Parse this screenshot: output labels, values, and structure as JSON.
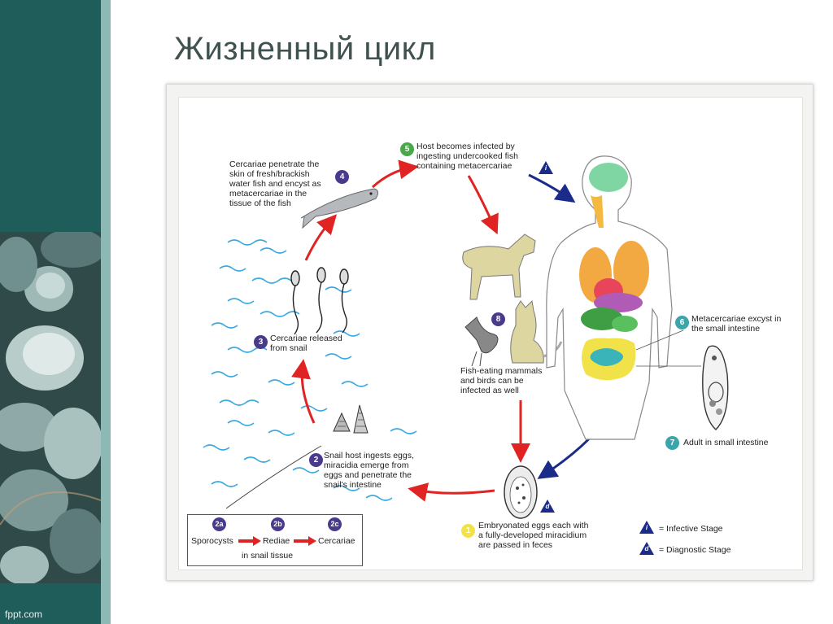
{
  "slide": {
    "title": "Жизненный цикл",
    "footer": "fppt.com"
  },
  "diagram": {
    "steps": [
      {
        "num": "1",
        "text": "Embryonated eggs each with\na fully-developed miracidium\nare passed in feces"
      },
      {
        "num": "2",
        "text": "Snail host ingests eggs,\nmiracidia emerge from\neggs and penetrate the\nsnail's intestine"
      },
      {
        "num": "3",
        "text": "Cercariae released\nfrom snail"
      },
      {
        "num": "4",
        "text": "Cercariae penetrate the\nskin of fresh/brackish\nwater fish and encyst as\nmetacercariae in the\ntissue of the fish"
      },
      {
        "num": "5",
        "text": "Host becomes infected by\ningesting undercooked fish\ncontaining metacercariae"
      },
      {
        "num": "6",
        "text": "Metacercariae excyst in\nthe small intestine"
      },
      {
        "num": "7",
        "text": "Adult in small intestine"
      },
      {
        "num": "8",
        "text": "Fish-eating mammals\nand birds can be\ninfected as well"
      }
    ],
    "snail_box": {
      "stages": [
        {
          "code": "2a",
          "label": "Sporocysts"
        },
        {
          "code": "2b",
          "label": "Rediae"
        },
        {
          "code": "2c",
          "label": "Cercariae"
        }
      ],
      "caption": "in snail tissue"
    },
    "legend": {
      "infective": {
        "symbol": "i",
        "label": "= Infective Stage"
      },
      "diagnostic": {
        "symbol": "d",
        "label": "= Diagnostic Stage"
      }
    },
    "colors": {
      "arrow_red": "#e02424",
      "arrow_blue": "#1b2b8a",
      "water": "#3aa9e0",
      "badge_green": "#4aa84a",
      "badge_purple": "#4a3a8c",
      "badge_teal": "#3aa6ac",
      "badge_yellow": "#f2e24a"
    }
  }
}
